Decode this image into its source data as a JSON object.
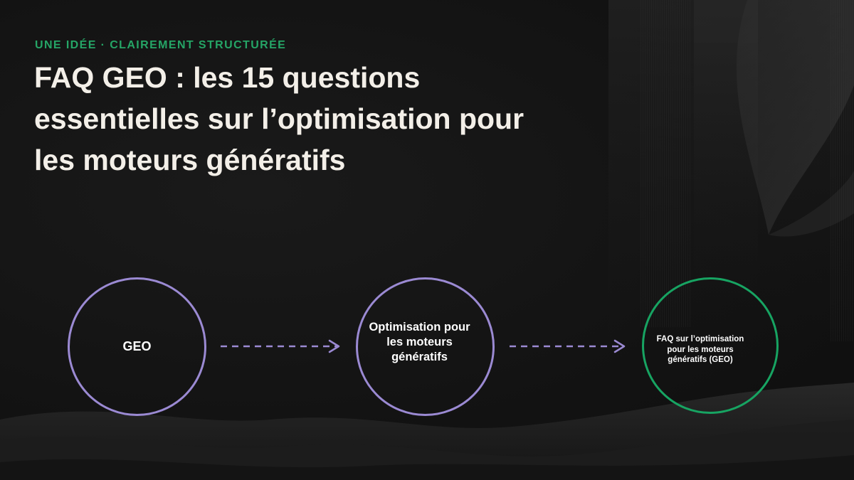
{
  "slide": {
    "eyebrow": "UNE IDÉE · CLAIREMENT STRUCTURÉE",
    "title": "FAQ GEO : les 15 questions essentielles sur l’optimisation pour les moteurs génératifs"
  },
  "diagram": {
    "nodes": [
      {
        "label": "GEO",
        "color": "#9b8ad3"
      },
      {
        "label": "Optimisation pour les moteurs génératifs",
        "color": "#9b8ad3"
      },
      {
        "label": "FAQ sur l’optimisation pour les moteurs génératifs (GEO)",
        "color": "#17a462"
      }
    ],
    "arrow_color": "#9b8ad3",
    "arrow_style": "dashed"
  },
  "colors": {
    "background": "#131313",
    "accent_green": "#25a566",
    "title_text": "#f3efe8"
  }
}
